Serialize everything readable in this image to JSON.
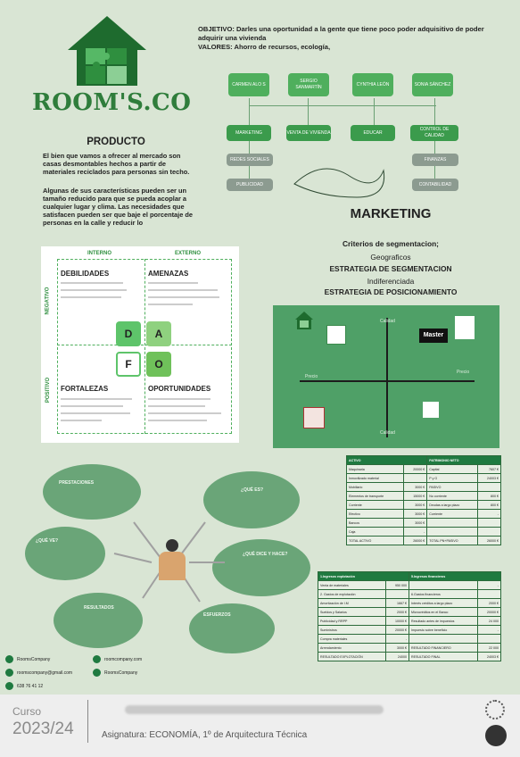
{
  "brand": {
    "name": "ROOM'S.CO"
  },
  "objective": {
    "line1": "OBJETIVO: Darles una oportunidad a la gente que tiene poco poder adquisitivo de poder",
    "line2": "adquirir una vivienda",
    "line3": "VALORES: Ahorro de recursos, ecología,"
  },
  "org": {
    "people": [
      "CARMEN ALO S",
      "SERGIO SANMARTÍN",
      "CYNTHIA LEÓN",
      "SONIA SÁNCHEZ"
    ],
    "roles": [
      "MARKETING",
      "VENTA DE VIVIENDA",
      "EDUCAR",
      "CONTROL DE CALIDAD"
    ],
    "sub_left": [
      "REDES SOCIALES",
      "PUBLICIDAD"
    ],
    "sub_right": [
      "FINANZAS",
      "CONTABILIDAD"
    ]
  },
  "product": {
    "title": "PRODUCTO",
    "p1": "El bien que vamos a ofrecer al mercado son casas desmontables hechos a partir de materiales reciclados para personas sin techo.",
    "p2": "Algunas de sus características pueden ser un tamaño reducido para que se pueda acoplar a cualquier lugar y clima. Las necesidades que satisfacen pueden ser que baje el porcentaje de personas en la calle y reducir lo"
  },
  "dafo": {
    "internal": "INTERNO",
    "external": "EXTERNO",
    "negative": "NEGATIVO",
    "positive": "POSITIVO",
    "weak": "DEBILIDADES",
    "threats": "AMENAZAS",
    "strengths": "FORTALEZAS",
    "opps": "OPORTUNIDADES",
    "letters": [
      "D",
      "A",
      "F",
      "O"
    ]
  },
  "marketing": {
    "title": "MARKETING",
    "l1": "Criterios de segmentacion;",
    "l2": "Geograficos",
    "l3": "ESTRATEGIA DE SEGMENTACION",
    "l4": "Indiferenciada",
    "l5": "ESTRATEGIA DE POSICIONAMIENTO"
  },
  "matrix": {
    "top": "Calidad",
    "bottom": "Calidad",
    "left": "Precio",
    "right": "Precio",
    "brand_master": "Master"
  },
  "balance": {
    "left_head": "ACTIVO",
    "right_head": "PATRIMONIO NETO",
    "left_rows": [
      [
        "Maquinaria",
        "20000 €"
      ],
      [
        "Inmovilizado material",
        ""
      ],
      [
        "Mobiliario",
        "3000 €"
      ],
      [
        "Elementos de transporte",
        "15000 €"
      ],
      [
        "Corriente",
        "3000 €"
      ],
      [
        "Efectivo",
        "3000 €"
      ],
      [
        "Bancos",
        "3000 €"
      ],
      [
        "Caja",
        "-"
      ],
      [
        "TOTAL ACTIVO",
        "26000 €"
      ]
    ],
    "right_rows": [
      [
        "Capital",
        "7607 €"
      ],
      [
        "P y G",
        "24003 €"
      ],
      [
        "PASIVO",
        ""
      ],
      [
        "No corriente",
        "800 €"
      ],
      [
        "Deudas a largo plazo",
        "800 €"
      ],
      [
        "Corriente",
        "-"
      ],
      [
        "",
        ""
      ],
      [
        "",
        ""
      ],
      [
        "TOTAL PN+PASIVO",
        "26000 €"
      ]
    ]
  },
  "pyg": {
    "left_head": "1.Ingresos explotación",
    "right_head": "5.Ingresos financieros",
    "left_rows": [
      [
        "Venta de materiales",
        "950 000"
      ],
      [
        "2. Gastos de explotación",
        ""
      ],
      [
        "Amortización de I.M",
        "1667 €"
      ],
      [
        "Sueldos y Salarios",
        "2000 €"
      ],
      [
        "Publicidad y RRPP",
        "10000 €"
      ],
      [
        "Suministros",
        "20000 €"
      ],
      [
        "Compra materiales",
        "-"
      ],
      [
        "Arrendamiento",
        "3000 €"
      ],
      [
        "RESULTADO EXPLOTACIÓN",
        "24000"
      ]
    ],
    "right_rows": [
      [
        "",
        "-"
      ],
      [
        "6.Gastos financieros",
        ""
      ],
      [
        "Interés créditos a largo plazo",
        "2000 €"
      ],
      [
        "Microcréditos en el Banco",
        "20000 €"
      ],
      [
        "Resultado antes de impuestos",
        "24 000"
      ],
      [
        "Impuesto sobre beneficio",
        "-"
      ],
      [
        "",
        ""
      ],
      [
        "RESULTADO FINANCIERO",
        "22 000"
      ],
      [
        "RESULTADO FINAL",
        "24003 €"
      ]
    ]
  },
  "mind": {
    "b1": "PRESTACIONES",
    "b2": "¿QUÉ ES?",
    "b3": "¿QUÉ VE?",
    "b4": "¿QUÉ DICE Y HACE?",
    "b5": "RESULTADOS",
    "b6": "ESFUERZOS"
  },
  "contacts": {
    "instagram": "RoomsCompany",
    "email": "roomscompany@gmail.com",
    "phone": "638 76 41 12",
    "web": "roomcompany.com",
    "tiktok": "RoomsCompany"
  },
  "footer": {
    "course_label": "Curso",
    "course_year": "2023/24",
    "subject": "Asignatura: ECONOMÍA, 1º de Arquitectura Técnica"
  }
}
